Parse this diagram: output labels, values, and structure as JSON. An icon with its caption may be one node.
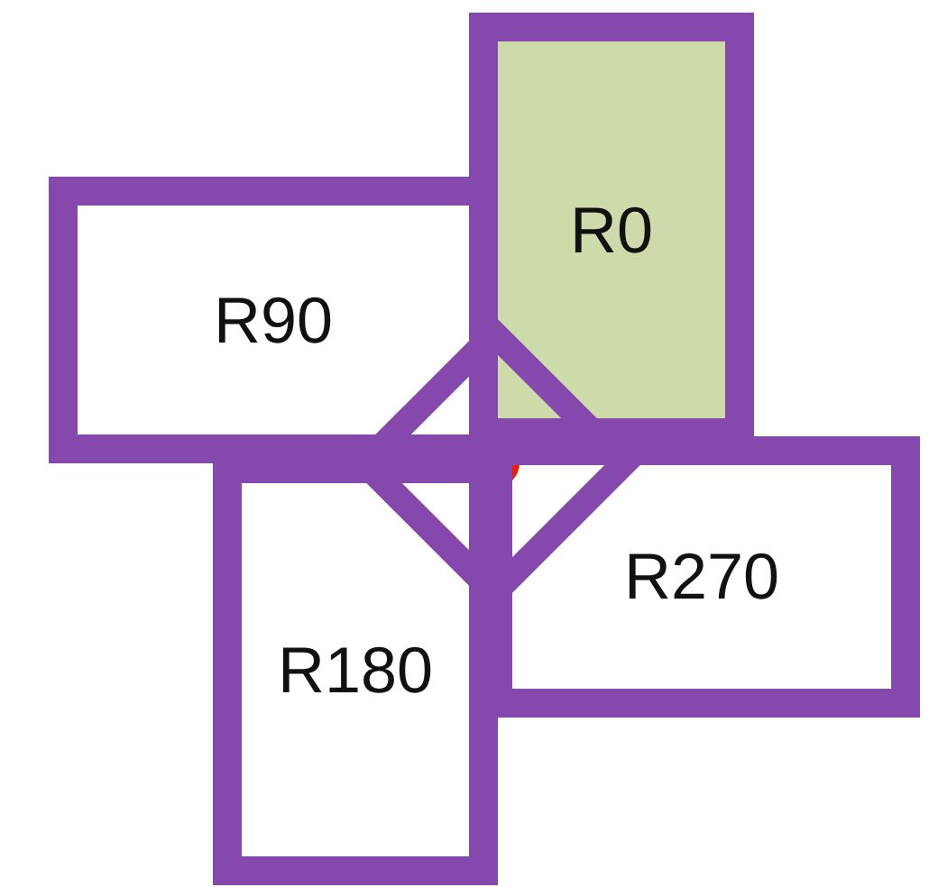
{
  "diagram": {
    "nodes": [
      {
        "text": [
          "R0"
        ]
      },
      {
        "text": [
          "R90"
        ]
      },
      {
        "text": [
          "R180"
        ]
      },
      {
        "text": [
          "R270"
        ]
      }
    ]
  }
}
